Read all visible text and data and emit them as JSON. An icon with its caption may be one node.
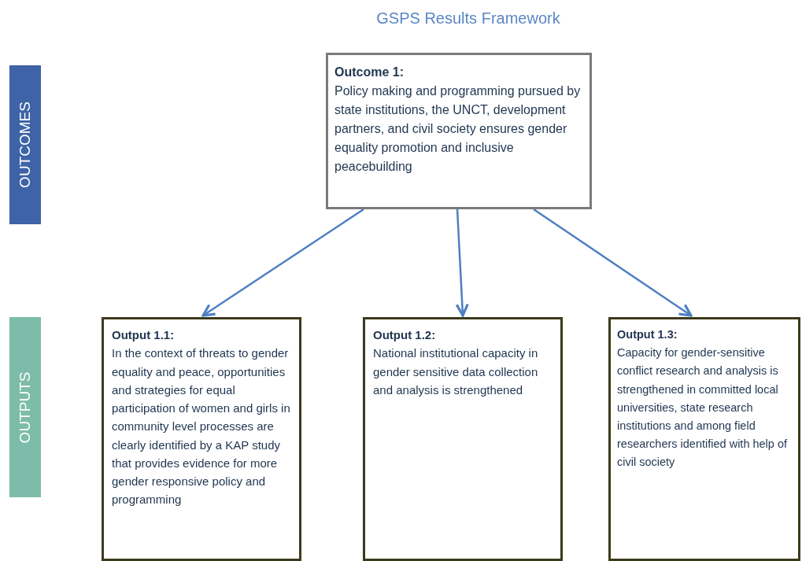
{
  "diagram": {
    "title": "GSPS Results Framework",
    "nodes": [
      {
        "text": [
          "OUTCOMES"
        ]
      },
      {
        "text": [
          "Outcome 1:",
          "Policy making and programming pursued by state institutions, the UNCT, development partners, and civil society ensures gender equality promotion and inclusive peacebuilding"
        ]
      },
      {
        "text": [
          "OUTPUTS"
        ]
      },
      {
        "text": [
          "Output 1.1:",
          "In the context of threats to gender equality and peace, opportunities and strategies for equal participation of women and girls in community level processes are clearly identified by a KAP study that provides evidence for more gender responsive policy and programming"
        ]
      },
      {
        "text": [
          "Output 1.2:",
          "National institutional capacity in gender sensitive data collection and analysis is strengthened"
        ]
      },
      {
        "text": [
          "Output 1.3:",
          "Capacity for gender-sensitive conflict research and analysis is strengthened in committed local universities, state research institutions and among field researchers identified with help of civil society"
        ]
      }
    ],
    "edges": [
      {
        "from": 1,
        "to": 3,
        "arrow": "to"
      },
      {
        "from": 1,
        "to": 4,
        "arrow": "to"
      },
      {
        "from": 1,
        "to": 5,
        "arrow": "to"
      }
    ]
  }
}
